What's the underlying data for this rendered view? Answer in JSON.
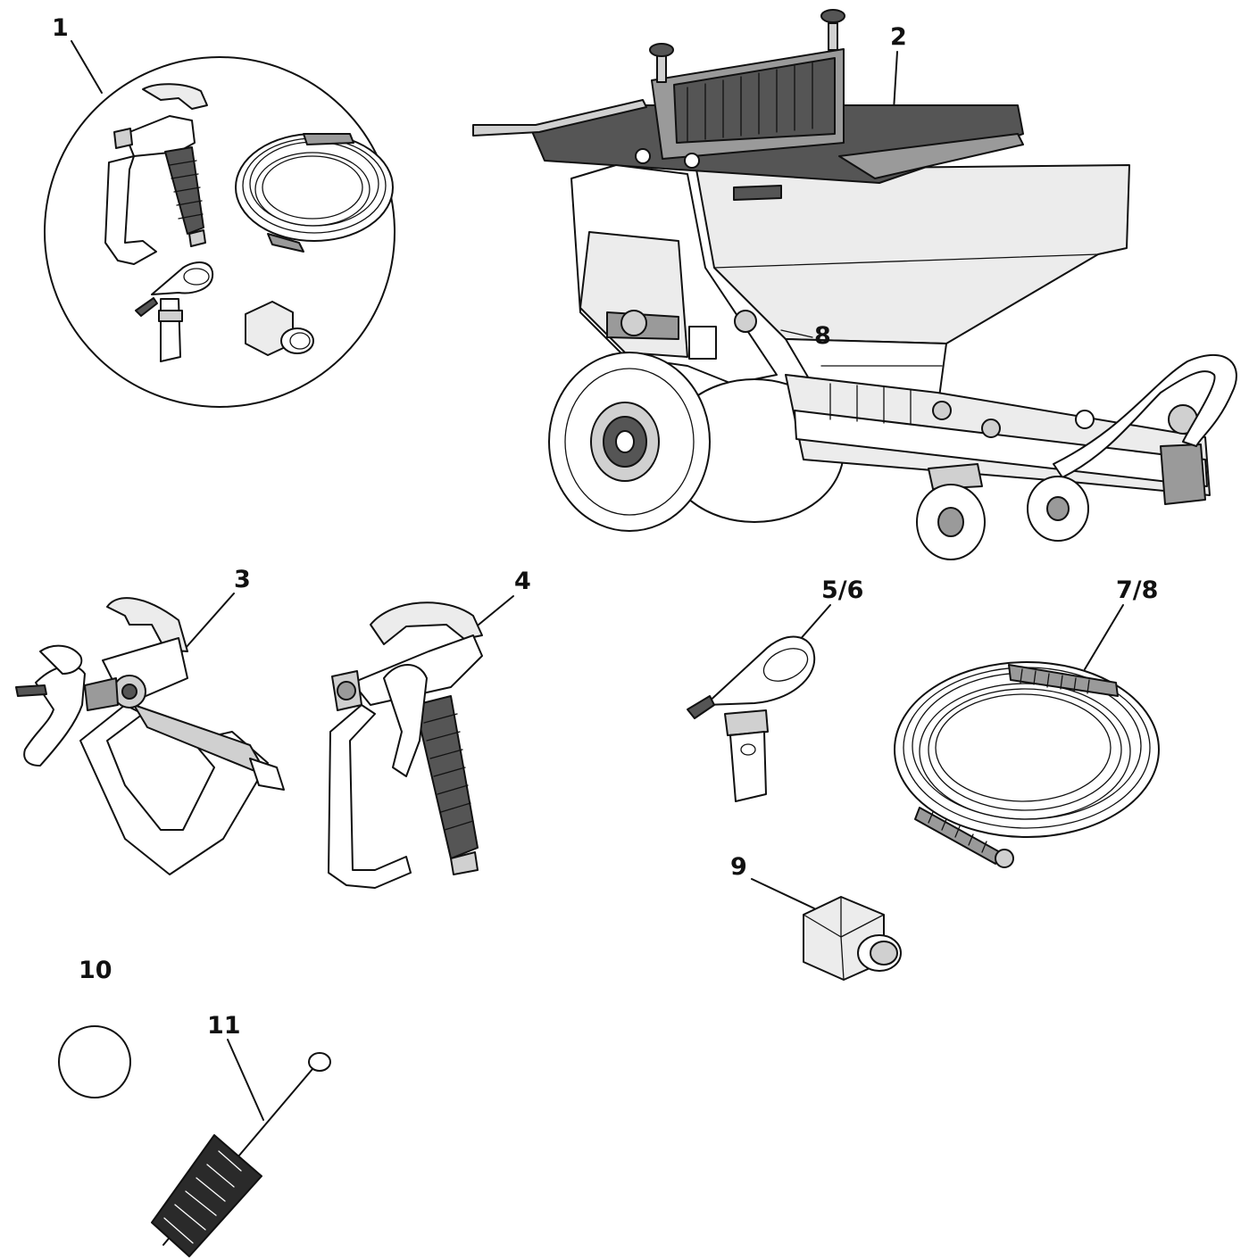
{
  "callouts": {
    "c1": "1",
    "c2": "2",
    "c3": "3",
    "c4": "4",
    "c56": "5/6",
    "c78": "7/8",
    "c8": "8",
    "c9": "9",
    "c10": "10",
    "c11": "11"
  },
  "parts": {
    "kit": "accessory-kit",
    "machine": "plaster-pump",
    "gun_3": "spray-gun",
    "gun_4": "spray-gun",
    "tip": "reversible-tip",
    "hose": "high-pressure-hose",
    "adapter": "hose-adapter",
    "disc": "sieve-disc",
    "brush": "cleaning-brush"
  },
  "colors": {
    "line": "#111111",
    "dark_fill": "#555555",
    "mid_fill": "#9a9a9a",
    "light_fill": "#d0d0d0"
  }
}
